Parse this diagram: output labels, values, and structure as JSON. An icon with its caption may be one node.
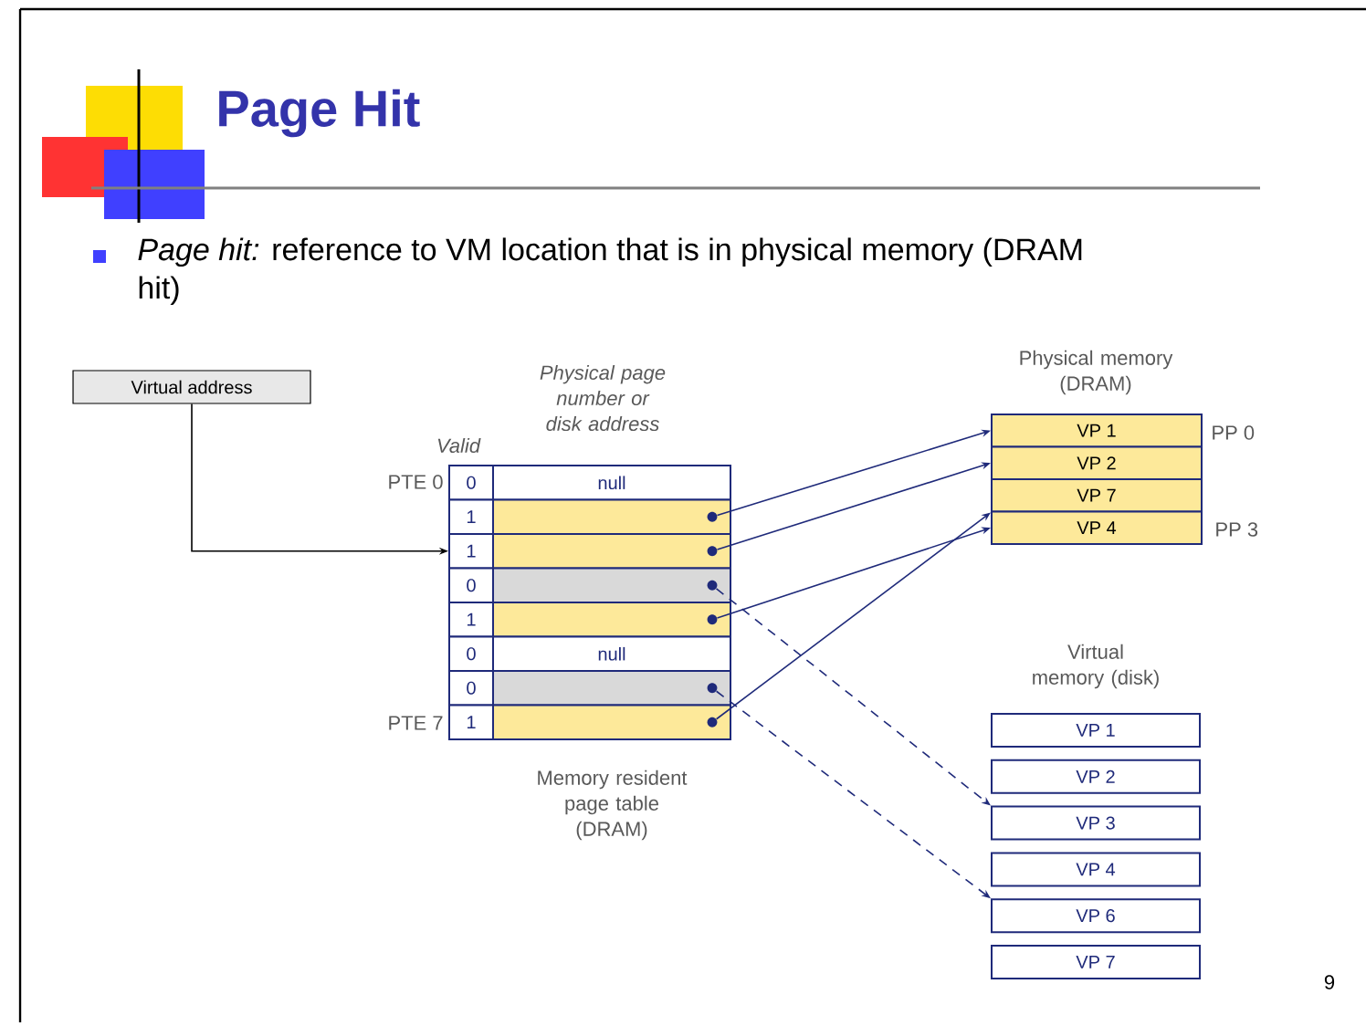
{
  "diagram": {
    "title": "Page Hit",
    "nodes": [
      {
        "text": [
          "Virtual address"
        ]
      },
      {
        "text": [
          "0"
        ]
      },
      {
        "text": [
          "1"
        ]
      },
      {
        "text": [
          "1"
        ]
      },
      {
        "text": [
          "0"
        ]
      },
      {
        "text": [
          "1"
        ]
      },
      {
        "text": [
          "0"
        ]
      },
      {
        "text": [
          "0"
        ]
      },
      {
        "text": [
          "1"
        ]
      },
      {
        "text": [
          "null"
        ]
      },
      {
        "text": [],
        "shape": "box"
      },
      {
        "text": [],
        "shape": "box"
      },
      {
        "text": [],
        "shape": "box"
      },
      {
        "text": [],
        "shape": "box"
      },
      {
        "text": [
          "null"
        ]
      },
      {
        "text": [],
        "shape": "box"
      },
      {
        "text": [],
        "shape": "box"
      },
      {
        "text": [
          "VP 1"
        ]
      },
      {
        "text": [
          "VP 2"
        ]
      },
      {
        "text": [
          "VP 7"
        ]
      },
      {
        "text": [
          "VP 4"
        ]
      },
      {
        "text": [
          "VP 1"
        ]
      },
      {
        "text": [
          "VP 2"
        ]
      },
      {
        "text": [
          "VP 3"
        ]
      },
      {
        "text": [
          "VP 4"
        ]
      },
      {
        "text": [
          "VP 6"
        ]
      },
      {
        "text": [
          "VP 7"
        ]
      }
    ],
    "edges": [
      {
        "from": 0,
        "to": 3,
        "arrow": "to",
        "color": "#000000"
      },
      {
        "from": 10,
        "to": 17,
        "arrow": "to"
      },
      {
        "from": 11,
        "to": 18,
        "arrow": "to"
      },
      {
        "from": 13,
        "to": 20,
        "arrow": "to"
      },
      {
        "from": 16,
        "to": 19,
        "arrow": "to"
      },
      {
        "from": 12,
        "to": 23,
        "arrow": "to",
        "style": "dashed"
      },
      {
        "from": 15,
        "to": 25,
        "arrow": "to",
        "style": "dashed"
      }
    ],
    "labels": [
      "*Page hit:* reference to VM location that is in physical memory (DRAM hit)",
      "Physical page number or disk address",
      "Valid",
      "PTE 0",
      "PTE 7",
      "Memory resident page table (DRAM)",
      "Physical memory (DRAM)",
      "PP 0",
      "PP 3",
      "Virtual memory (disk)",
      "9"
    ]
  }
}
